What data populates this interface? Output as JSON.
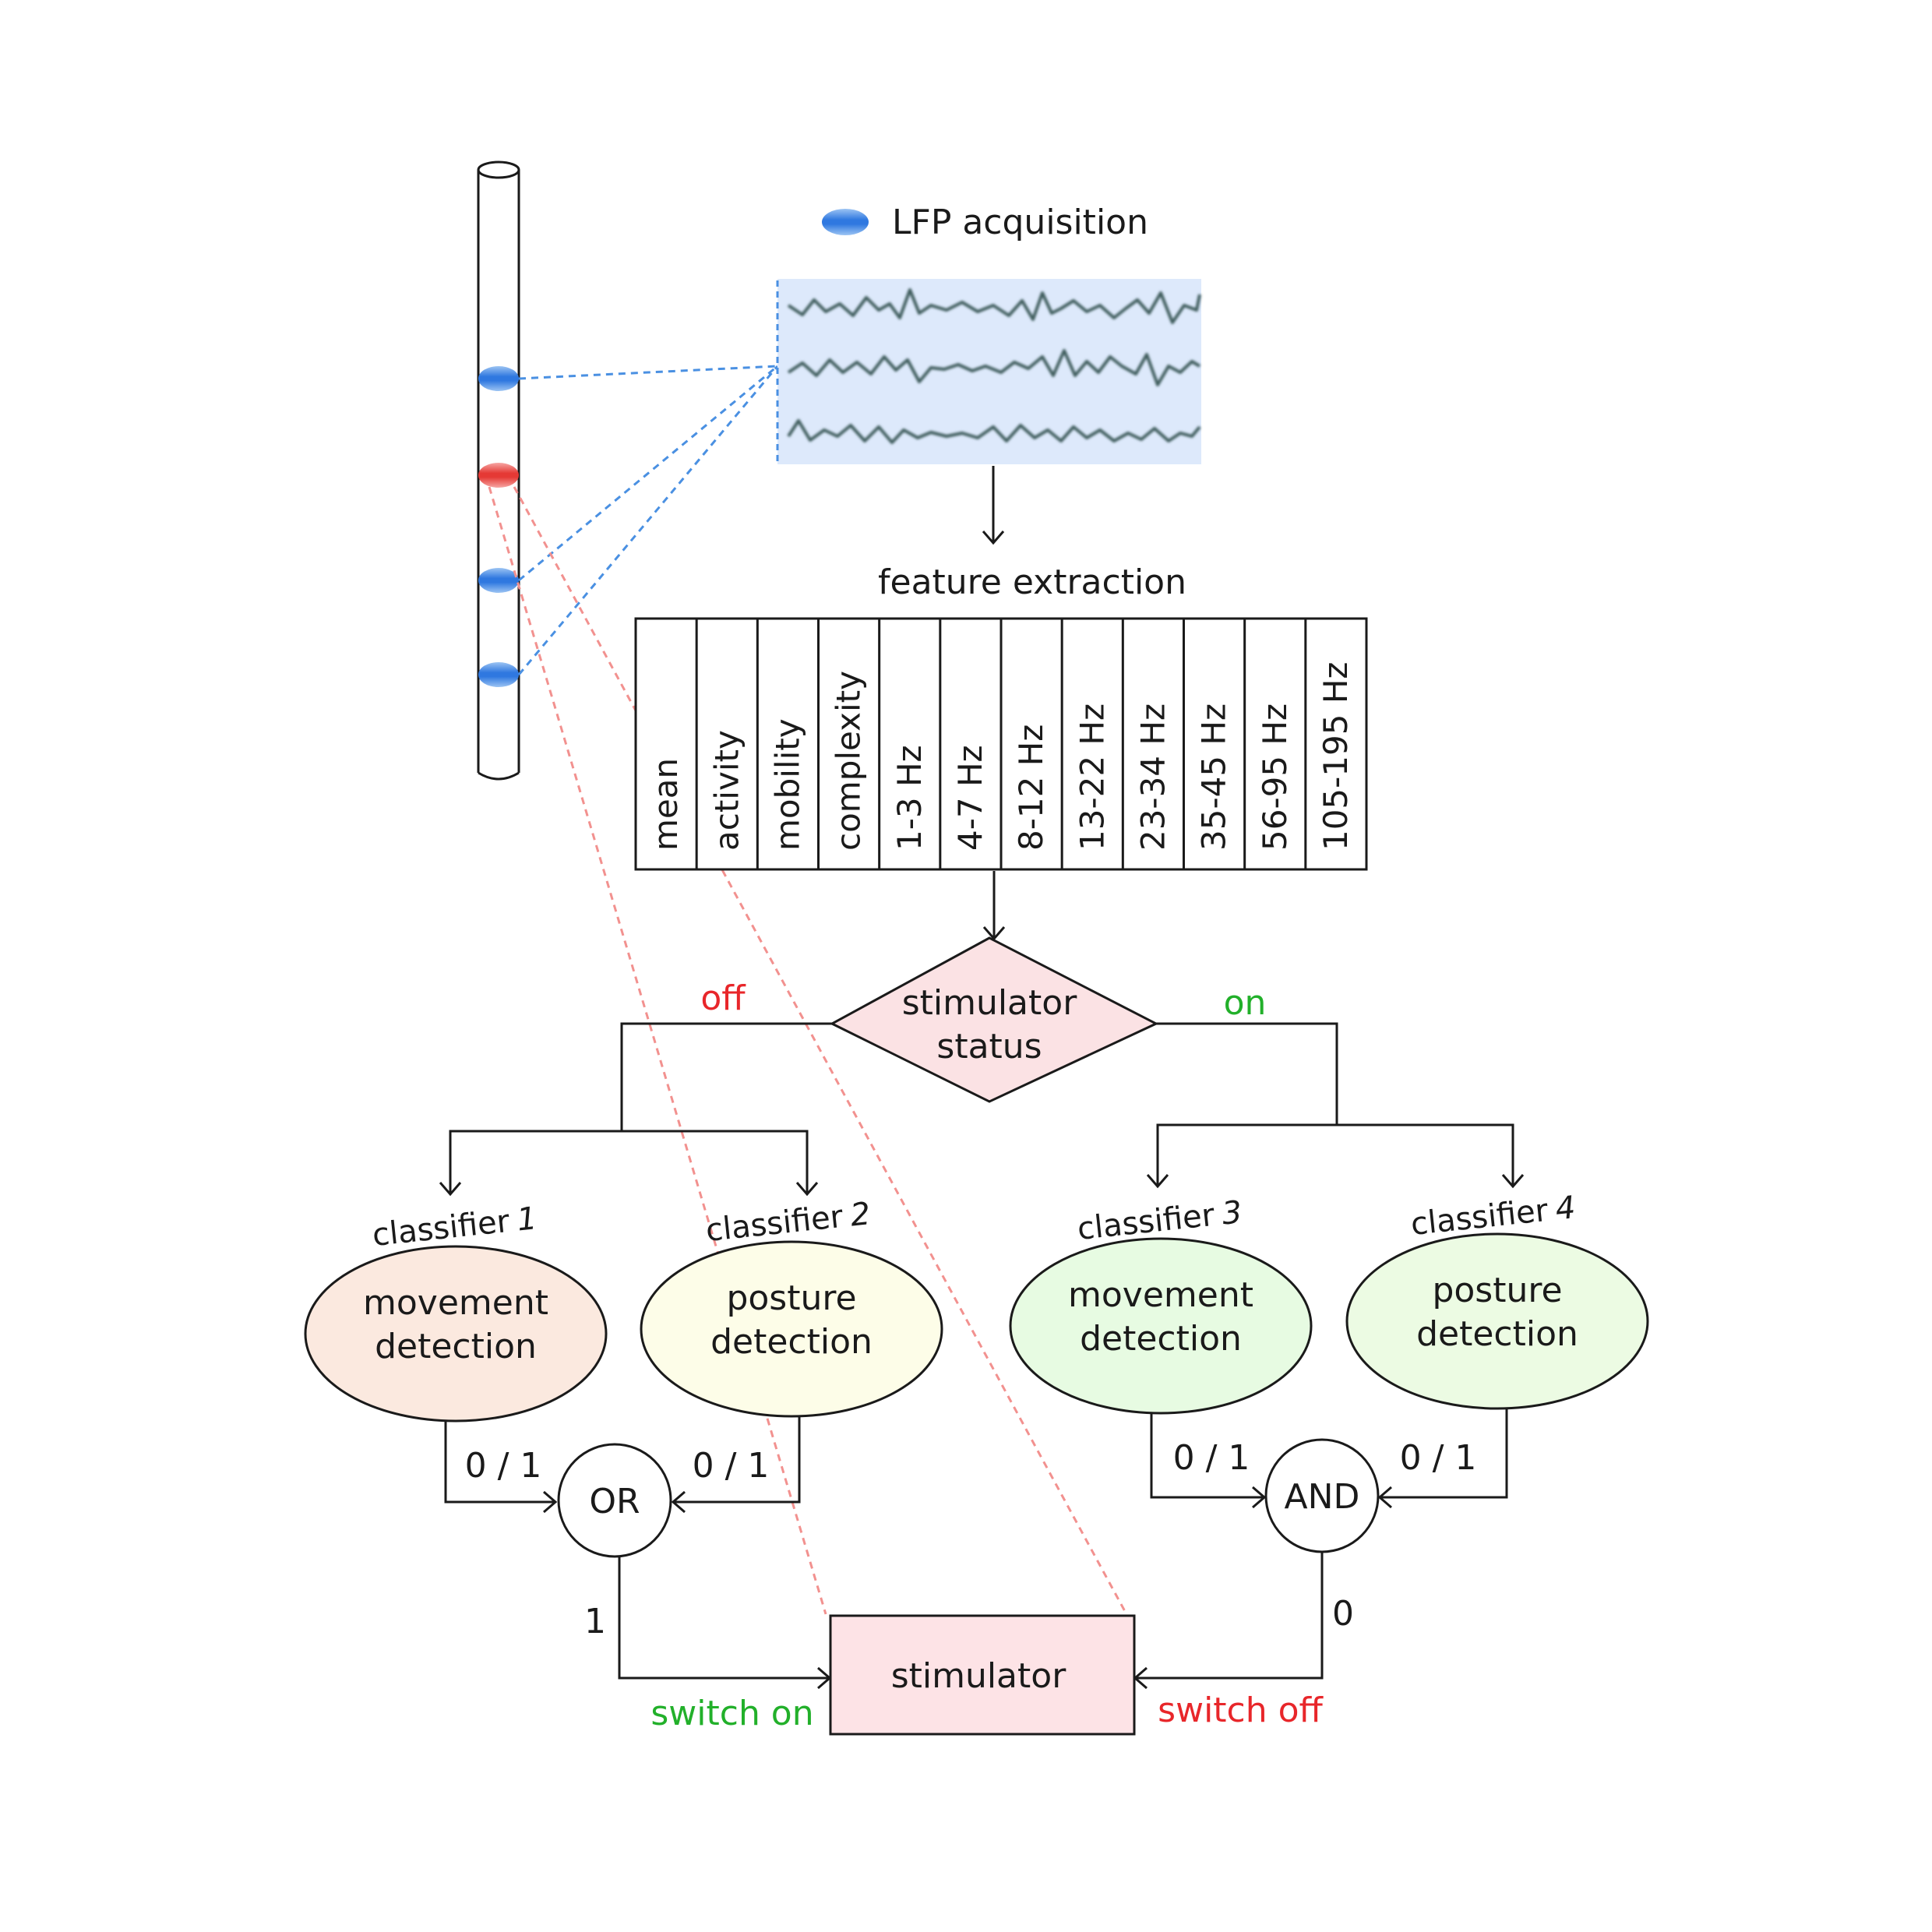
{
  "legend": {
    "lfp_label": "LFP acquisition"
  },
  "feature_extraction": {
    "title": "feature extraction",
    "features": [
      "mean",
      "activity",
      "mobility",
      "complexity",
      "1-3 Hz",
      "4-7 Hz",
      "8-12 Hz",
      "13-22 Hz",
      "23-34 Hz",
      "35-45 Hz",
      "56-95 Hz",
      "105-195 Hz"
    ]
  },
  "decision": {
    "line1": "stimulator",
    "line2": "status",
    "off_label": "off",
    "on_label": "on"
  },
  "classifiers": [
    {
      "header": "classifier",
      "index": "1",
      "line1": "movement",
      "line2": "detection"
    },
    {
      "header": "classifier",
      "index": "2",
      "line1": "posture",
      "line2": "detection"
    },
    {
      "header": "classifier",
      "index": "3",
      "line1": "movement",
      "line2": "detection"
    },
    {
      "header": "classifier",
      "index": "4",
      "line1": "posture",
      "line2": "detection"
    }
  ],
  "gates": {
    "or_label": "OR",
    "and_label": "AND"
  },
  "edge_labels": {
    "binary": "0 / 1",
    "or_out": "1",
    "and_out": "0"
  },
  "stimulator": {
    "label": "stimulator",
    "switch_on": "switch on",
    "switch_off": "switch off"
  },
  "colors": {
    "blue_contact": "#4a90e2",
    "red_contact": "#e53935",
    "off_red": "#e8262a",
    "on_green": "#22b02a",
    "signal_bg": "#dde9fb",
    "decision_fill": "#fbe2e4",
    "stimulator_fill": "#fde3e6",
    "classifier1_fill": "#fbe9df",
    "classifier2_fill": "#fdfde8",
    "classifier3_fill": "#e7fbe2",
    "classifier4_fill": "#ecfbe3"
  }
}
